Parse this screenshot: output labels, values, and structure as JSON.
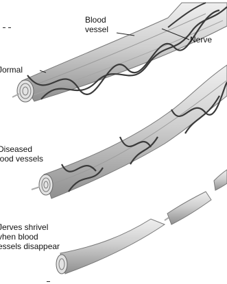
{
  "labels": {
    "blood_vessel": [
      "Blood",
      "vessel"
    ],
    "nerve": "Nerve",
    "normal": "Jormal",
    "diseased": [
      "Diseased",
      "lood vessels"
    ],
    "shrivel": [
      "Jerves shrivel",
      "vhen blood",
      "essels disappear"
    ]
  },
  "colors": {
    "nerve_fill": "#cfcfcf",
    "nerve_highlight": "#eeeeee",
    "nerve_shadow": "#8a8a8a",
    "vessel": "#3a3a3a"
  }
}
